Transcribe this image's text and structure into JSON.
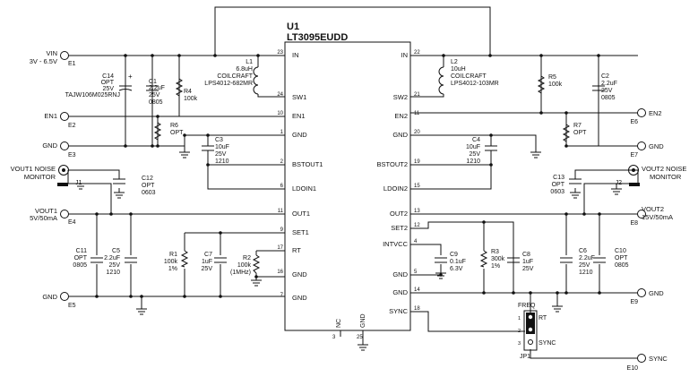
{
  "chip": {
    "ref": "U1",
    "part": "LT3095EUDD"
  },
  "left_pins": [
    {
      "num": "23",
      "name": "IN"
    },
    {
      "num": "24",
      "name": "SW1"
    },
    {
      "num": "10",
      "name": "EN1"
    },
    {
      "num": "1",
      "name": "GND"
    },
    {
      "num": "2",
      "name": "BSTOUT1"
    },
    {
      "num": "6",
      "name": "LDOIN1"
    },
    {
      "num": "11",
      "name": "OUT1"
    },
    {
      "num": "9",
      "name": "SET1"
    },
    {
      "num": "17",
      "name": "RT"
    },
    {
      "num": "16",
      "name": "GND"
    },
    {
      "num": "7",
      "name": "GND"
    }
  ],
  "right_pins": [
    {
      "num": "22",
      "name": "IN"
    },
    {
      "num": "21",
      "name": "SW2"
    },
    {
      "num": "11",
      "name": "EN2"
    },
    {
      "num": "20",
      "name": "GND"
    },
    {
      "num": "19",
      "name": "BSTOUT2"
    },
    {
      "num": "15",
      "name": "LDOIN2"
    },
    {
      "num": "13",
      "name": "OUT2"
    },
    {
      "num": "12",
      "name": "SET2"
    },
    {
      "num": "4",
      "name": "INTVCC"
    },
    {
      "num": "5",
      "name": "GND"
    },
    {
      "num": "14",
      "name": "GND"
    },
    {
      "num": "18",
      "name": "SYNC"
    }
  ],
  "bottom_pins": [
    {
      "num": "3",
      "name": "NC"
    },
    {
      "num": "25",
      "name": "GND"
    }
  ],
  "terminals": {
    "e1": {
      "ref": "E1",
      "label1": "VIN",
      "label2": "3V - 6.5V"
    },
    "e2": {
      "ref": "E2",
      "label1": "EN1"
    },
    "e3": {
      "ref": "E3",
      "label1": "GND"
    },
    "e4": {
      "ref": "E4",
      "label1": "VOUT1",
      "label2": "5V/50mA"
    },
    "e5": {
      "ref": "E5",
      "label1": "GND"
    },
    "e6": {
      "ref": "E6",
      "label1": "EN2"
    },
    "e7": {
      "ref": "E7",
      "label1": "GND"
    },
    "e8": {
      "ref": "E8",
      "label1": "VOUT2",
      "label2": "15V/50mA"
    },
    "e9": {
      "ref": "E9",
      "label1": "GND"
    },
    "e10": {
      "ref": "E10",
      "label1": "SYNC"
    }
  },
  "monitors": {
    "vout1": {
      "label1": "VOUT1 NOISE",
      "label2": "MONITOR",
      "jack": "J1"
    },
    "vout2": {
      "label1": "VOUT2 NOISE",
      "label2": "MONITOR",
      "jack": "J2"
    }
  },
  "components": {
    "c14": [
      "C14",
      "OPT",
      "25V",
      "TAJW106M025RNJ"
    ],
    "c1": [
      "C1",
      "2.2uF",
      "25V",
      "0805"
    ],
    "r4": [
      "R4",
      "100k"
    ],
    "l1": [
      "L1",
      "6.8uH",
      "COILCRAFT",
      "LPS4012-682MR"
    ],
    "r6": [
      "R6",
      "OPT"
    ],
    "c3": [
      "C3",
      "10uF",
      "25V",
      "1210"
    ],
    "c12": [
      "C12",
      "OPT",
      "0603"
    ],
    "c11": [
      "C11",
      "OPT",
      "0805"
    ],
    "c5": [
      "C5",
      "2.2uF",
      "25V",
      "1210"
    ],
    "r1": [
      "R1",
      "100k",
      "1%"
    ],
    "c7": [
      "C7",
      "1uF",
      "25V"
    ],
    "r2": [
      "R2",
      "100k",
      "(1MHz)"
    ],
    "l2": [
      "L2",
      "10uH",
      "COILCRAFT",
      "LPS4012-103MR"
    ],
    "r5": [
      "R5",
      "100k"
    ],
    "c2": [
      "C2",
      "2.2uF",
      "25V",
      "0805"
    ],
    "r7": [
      "R7",
      "OPT"
    ],
    "c4": [
      "C4",
      "10uF",
      "25V",
      "1210"
    ],
    "c13": [
      "C13",
      "OPT",
      "0603"
    ],
    "c9": [
      "C9",
      "0.1uF",
      "6.3V"
    ],
    "r3": [
      "R3",
      "300k",
      "1%"
    ],
    "c8": [
      "C8",
      "1uF",
      "25V"
    ],
    "c6": [
      "C6",
      "2.2uF",
      "25V",
      "1210"
    ],
    "c10": [
      "C10",
      "OPT",
      "0805"
    ]
  },
  "jumper": {
    "ref": "JP1",
    "title": "FREQ",
    "opt1": "RT",
    "opt2": "SYNC",
    "pins": [
      "1",
      "2",
      "3"
    ]
  },
  "polarity": "+"
}
